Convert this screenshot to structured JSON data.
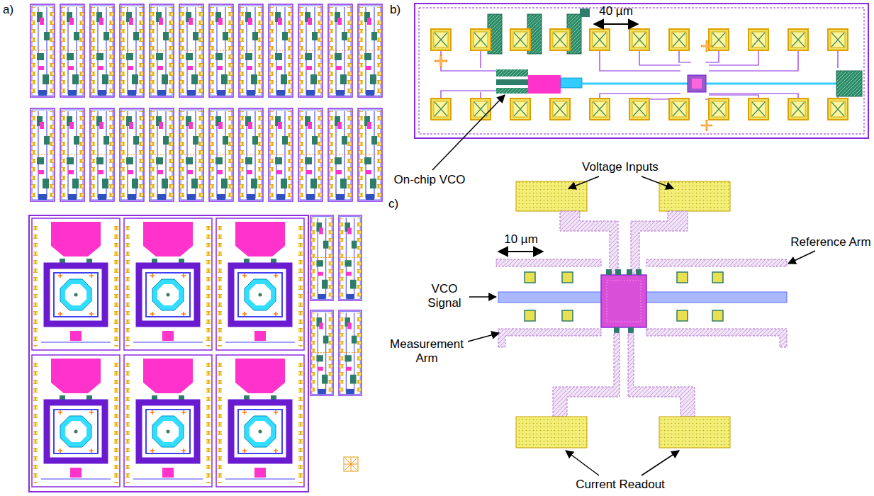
{
  "diagram": {
    "labels": [
      "a)",
      "b)",
      "40 µm",
      "On-chip VCO",
      "c)",
      "Voltage Inputs",
      "Reference Arm",
      "VCO Signal",
      "10 µm",
      "Measurement Arm",
      "Current Readout"
    ]
  }
}
